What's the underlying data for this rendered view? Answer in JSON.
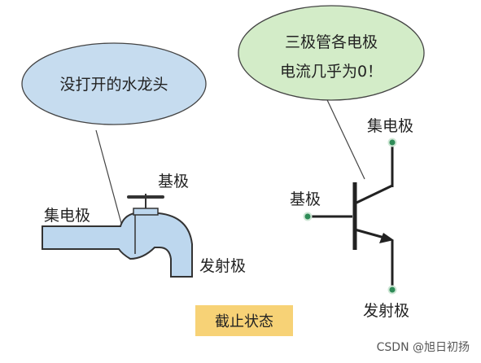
{
  "faucet": {
    "bubble_text": "没打开的水龙头",
    "collector_label": "集电极",
    "base_label": "基极",
    "emitter_label": "发射极"
  },
  "transistor": {
    "bubble_line1": "三极管各电极",
    "bubble_line2": "电流几乎为0！",
    "collector_label": "集电极",
    "base_label": "基极",
    "emitter_label": "发射极"
  },
  "status_label": "截止状态",
  "watermark": "CSDN @旭日初扬",
  "colors": {
    "left_bubble_fill": "#c6dcef",
    "right_bubble_fill": "#d3ecc8",
    "pipe_fill": "#bdd7ee",
    "status_fill": "#f7d276",
    "terminal_dot": "#2e8b57"
  }
}
